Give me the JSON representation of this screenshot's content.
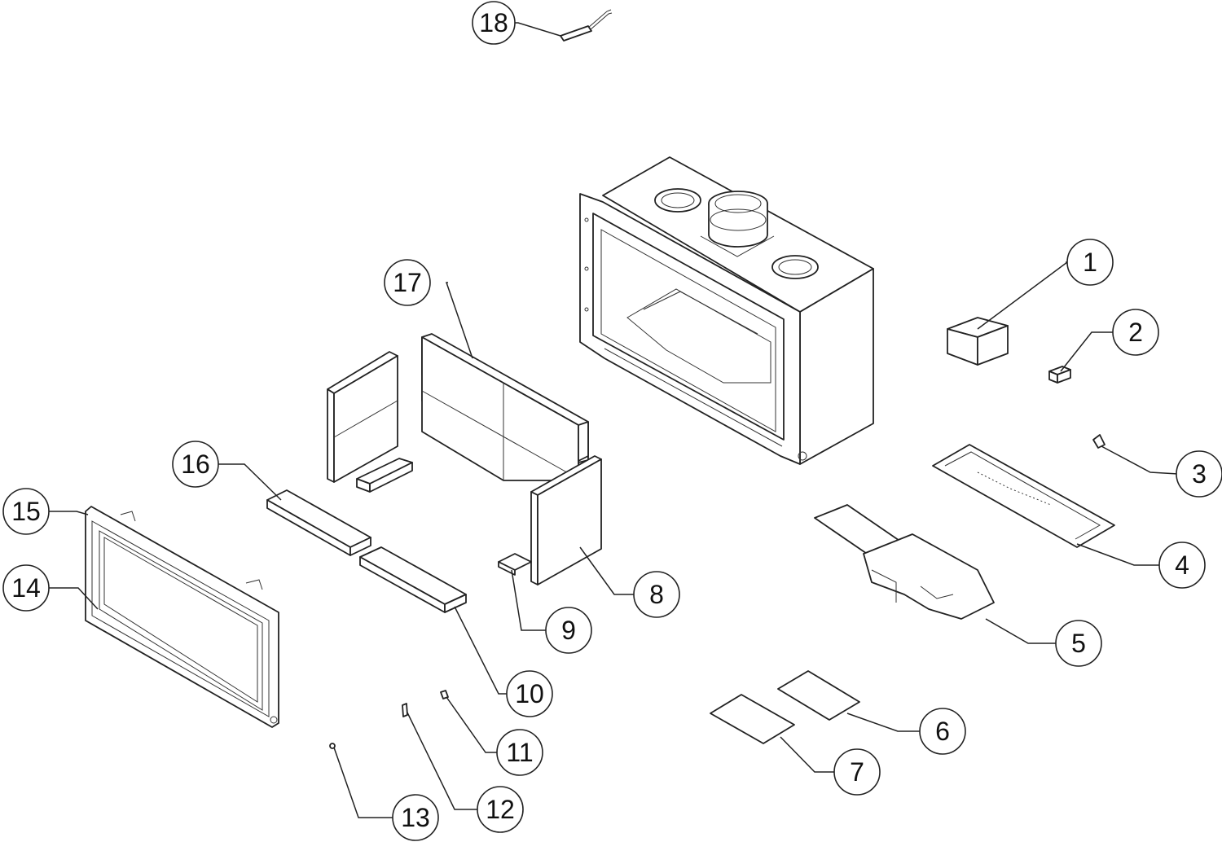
{
  "title": "Fireplace insert exploded parts diagram",
  "callouts": {
    "c1": "1",
    "c2": "2",
    "c3": "3",
    "c4": "4",
    "c5": "5",
    "c6": "6",
    "c7": "7",
    "c8": "8",
    "c9": "9",
    "c10": "10",
    "c11": "11",
    "c12": "12",
    "c13": "13",
    "c14": "14",
    "c15": "15",
    "c16": "16",
    "c17": "17",
    "c18": "18"
  }
}
